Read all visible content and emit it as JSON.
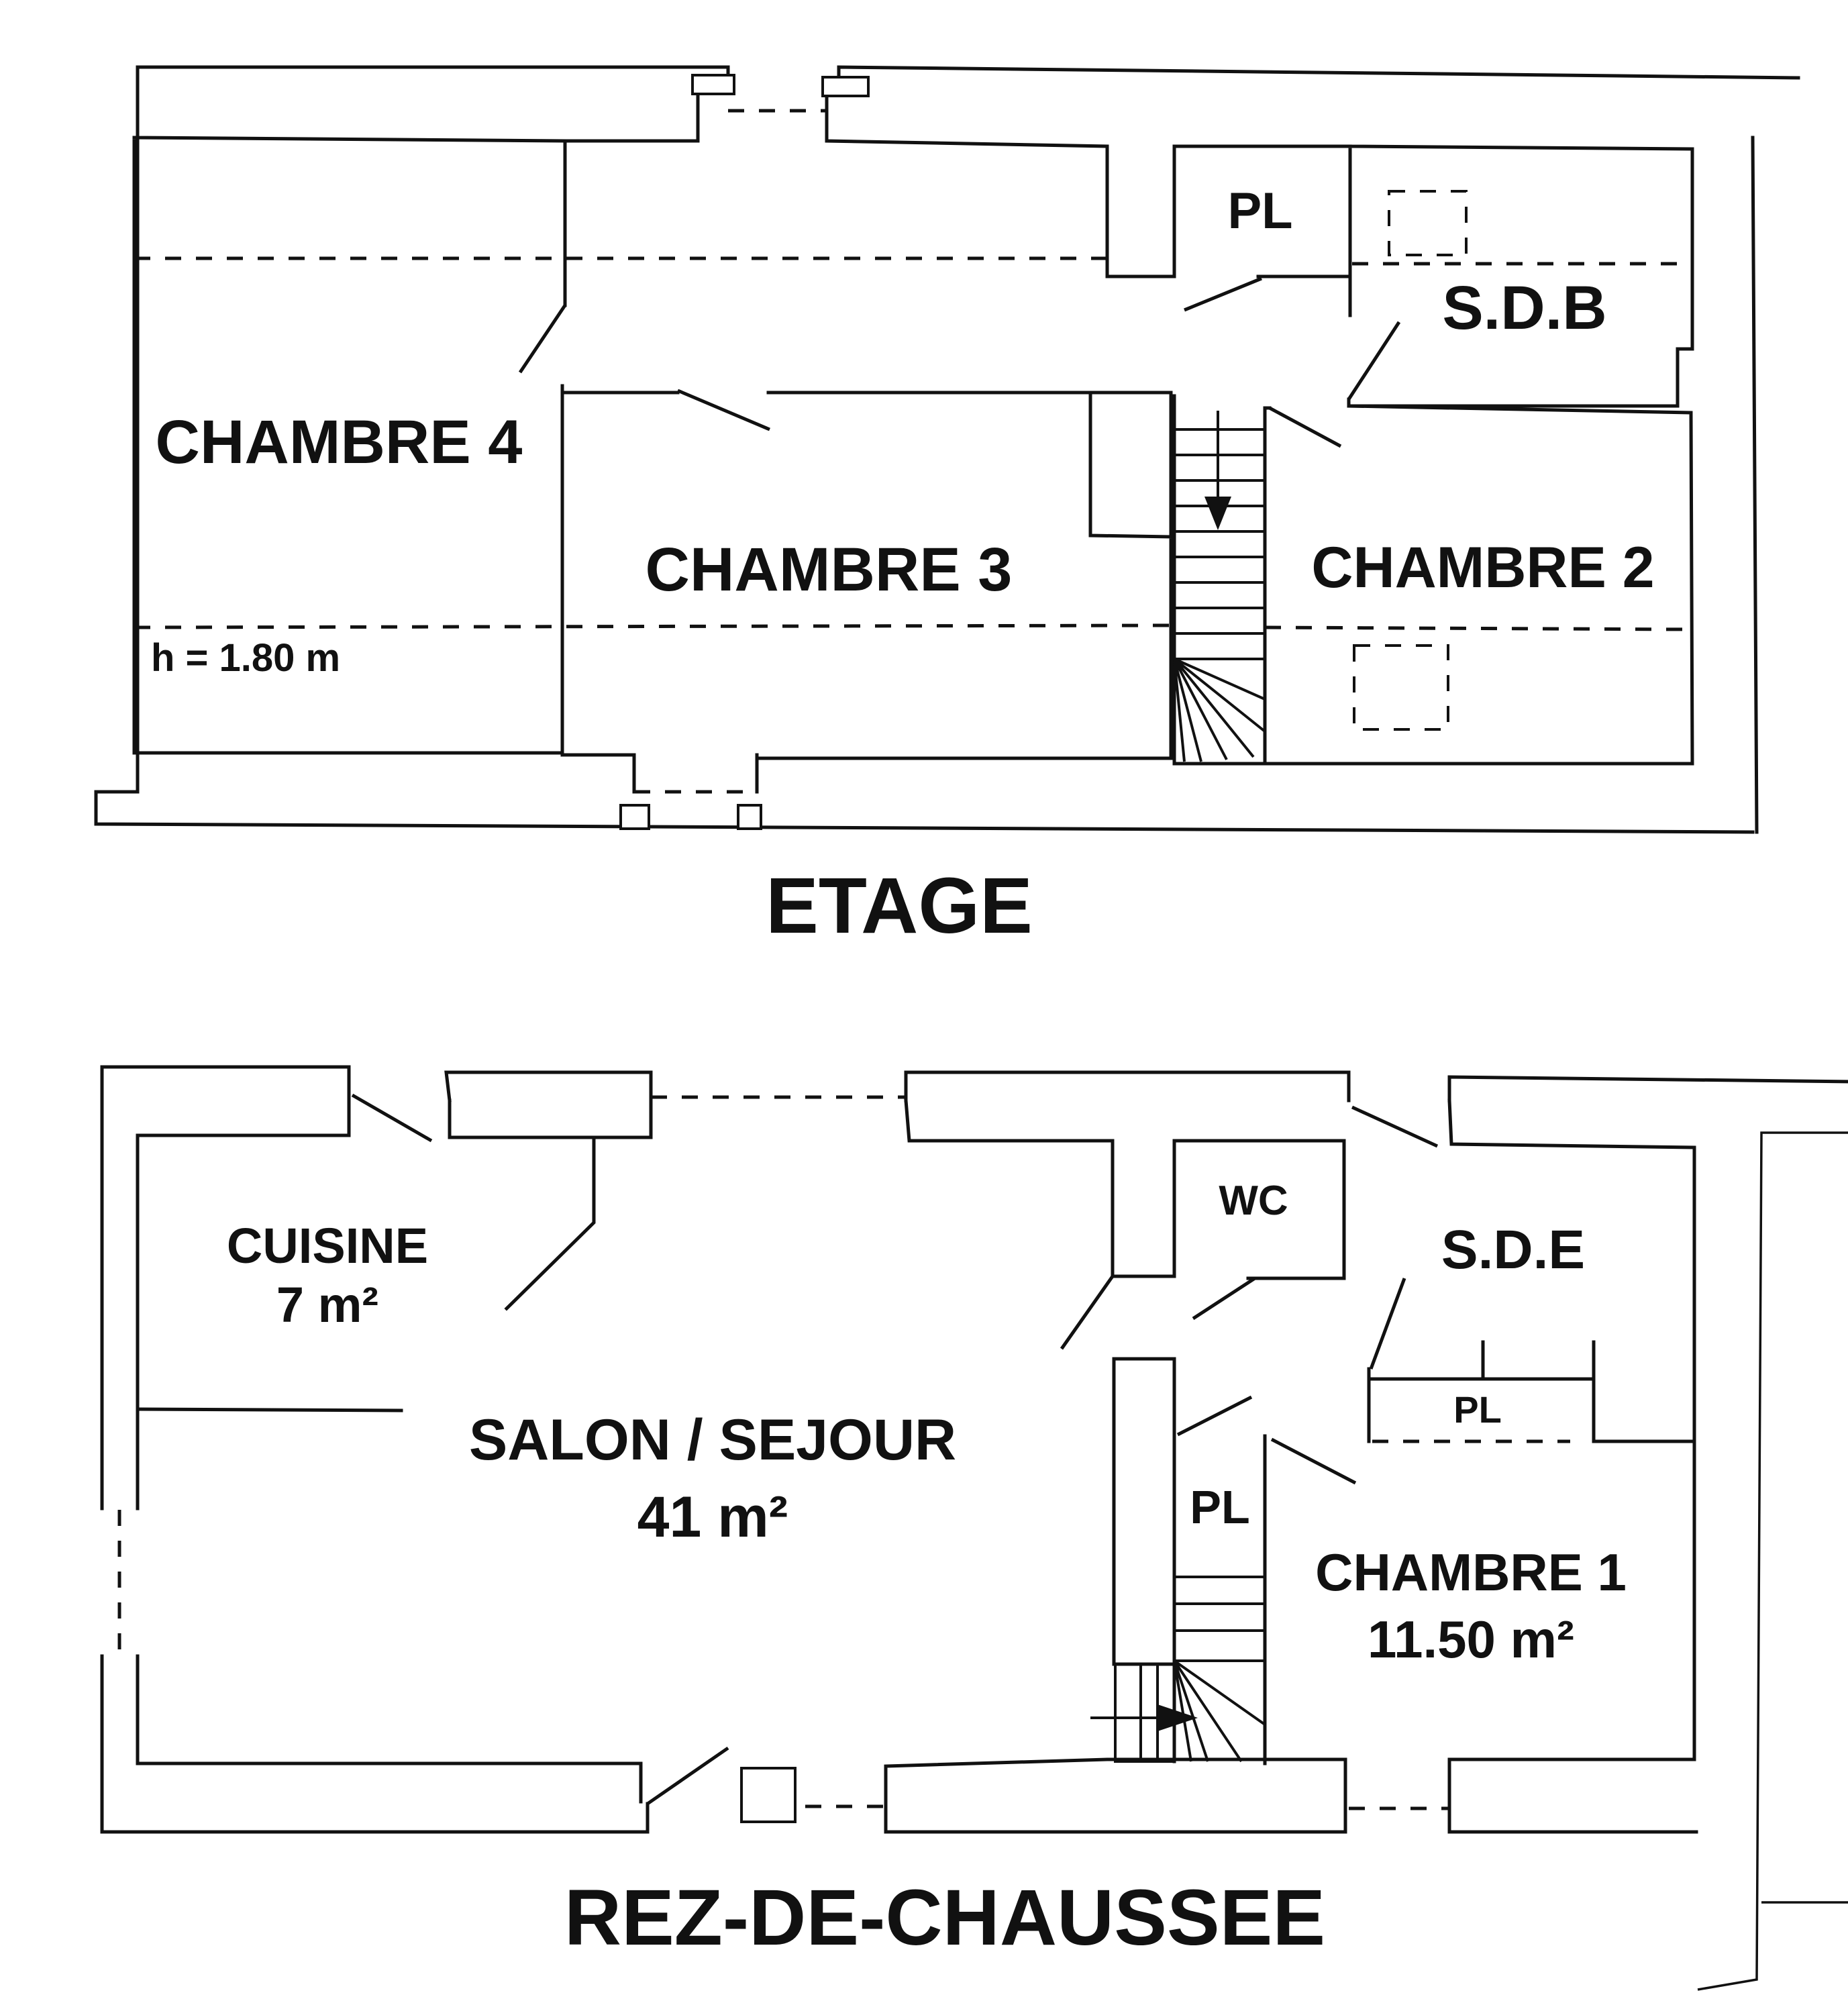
{
  "floors": {
    "etage": {
      "title": "ETAGE",
      "rooms": {
        "chambre4": "CHAMBRE 4",
        "chambre3": "CHAMBRE 3",
        "chambre2": "CHAMBRE 2",
        "pl": "PL",
        "sdb": "S.D.B"
      },
      "height_note": "h = 1.80 m"
    },
    "rdc": {
      "title": "REZ-DE-CHAUSSEE",
      "rooms": {
        "cuisine": "CUISINE",
        "cuisine_area": "7 m²",
        "salon": "SALON / SEJOUR",
        "salon_area": "41 m²",
        "wc": "WC",
        "sde": "S.D.E",
        "pl_upper": "PL",
        "pl_stair": "PL",
        "chambre1": "CHAMBRE 1",
        "chambre1_area": "11.50 m²"
      }
    }
  }
}
